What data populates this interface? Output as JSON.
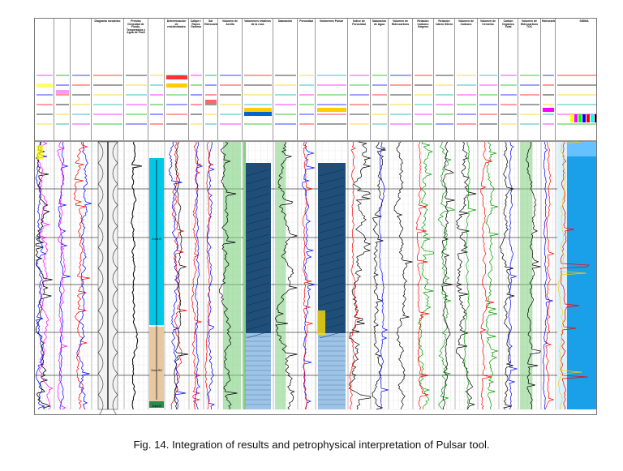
{
  "caption": "Fig. 14. Integration of results and petrophysical interpretation of Pulsar tool.",
  "tracks": [
    {
      "title": ""
    },
    {
      "title": ""
    },
    {
      "title": ""
    },
    {
      "title": "Diagrama mecánico"
    },
    {
      "title": "Presión Densidad de Fluido, Temperatura y Agua de Pozo"
    },
    {
      "title": ""
    },
    {
      "title": "Determinación de resistividades"
    },
    {
      "title": "Caliper / Rayos Gamma"
    },
    {
      "title": "Sal Hidrocarburo"
    },
    {
      "title": "Volumen de Arcilla"
    },
    {
      "title": "Volúmenes relativos de la roca"
    },
    {
      "title": "Saturación"
    },
    {
      "title": "Porosidad"
    },
    {
      "title": "Volúmenes Pulsar"
    },
    {
      "title": "Índice de Porosidad"
    },
    {
      "title": "Saturación de Agua"
    },
    {
      "title": "Volumen de Hidrocarburo"
    },
    {
      "title": "Relación Carbono Oxígeno"
    },
    {
      "title": "Relación Calcio Silicio"
    },
    {
      "title": "Volumen de Carbono"
    },
    {
      "title": "Volumen de Cemento"
    },
    {
      "title": "Carbón Orgánico Total"
    },
    {
      "title": "Volumen de Hidrocarburo TOC"
    },
    {
      "title": "Hidrocarburos"
    },
    {
      "title": "SIGMA"
    }
  ],
  "zones": [
    {
      "label": "Zona B"
    },
    {
      "label": "Zona BS"
    },
    {
      "label": "Zona B"
    }
  ],
  "colors": {
    "lithology_dark": "#1f4e79",
    "lithology_light": "#9dc3e6",
    "zone_cyan": "#00c8e8",
    "zone_tan": "#e8c8a0",
    "fill_green": "#7fd07f",
    "fluid_blue": "#1aa0e8"
  }
}
